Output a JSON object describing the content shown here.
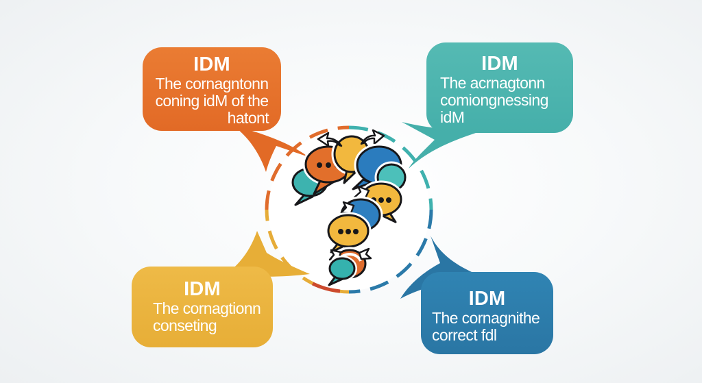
{
  "figure": {
    "type": "infographic-diagram",
    "center_icon": "question-mark-made-of-chat-bubbles"
  },
  "colors": {
    "orange": "#e6742d",
    "teal": "#4bb4ae",
    "yellow": "#ecb843",
    "blue": "#2e7cab",
    "accent_red_dash": "#cc4a2e",
    "bubble_blue": "#2e7fc0",
    "outline": "#17171a",
    "text": "#ffffff"
  },
  "callouts": [
    {
      "position": "top-left",
      "color": "#e6742d",
      "title": "IDM",
      "lines": [
        "The cornagntonn",
        "coning idM of the",
        "hatont"
      ]
    },
    {
      "position": "top-right",
      "color": "#4bb4ae",
      "title": "IDM",
      "lines": [
        "The acrnagtonn",
        "comiongnessing",
        "idM"
      ]
    },
    {
      "position": "bottom-left",
      "color": "#ecb843",
      "title": "IDM",
      "lines": [
        "The cornagtionn",
        "conseting"
      ]
    },
    {
      "position": "bottom-right",
      "color": "#2e7cab",
      "title": "IDM",
      "lines": [
        "The cornagnithe",
        "correct fdl"
      ]
    }
  ]
}
